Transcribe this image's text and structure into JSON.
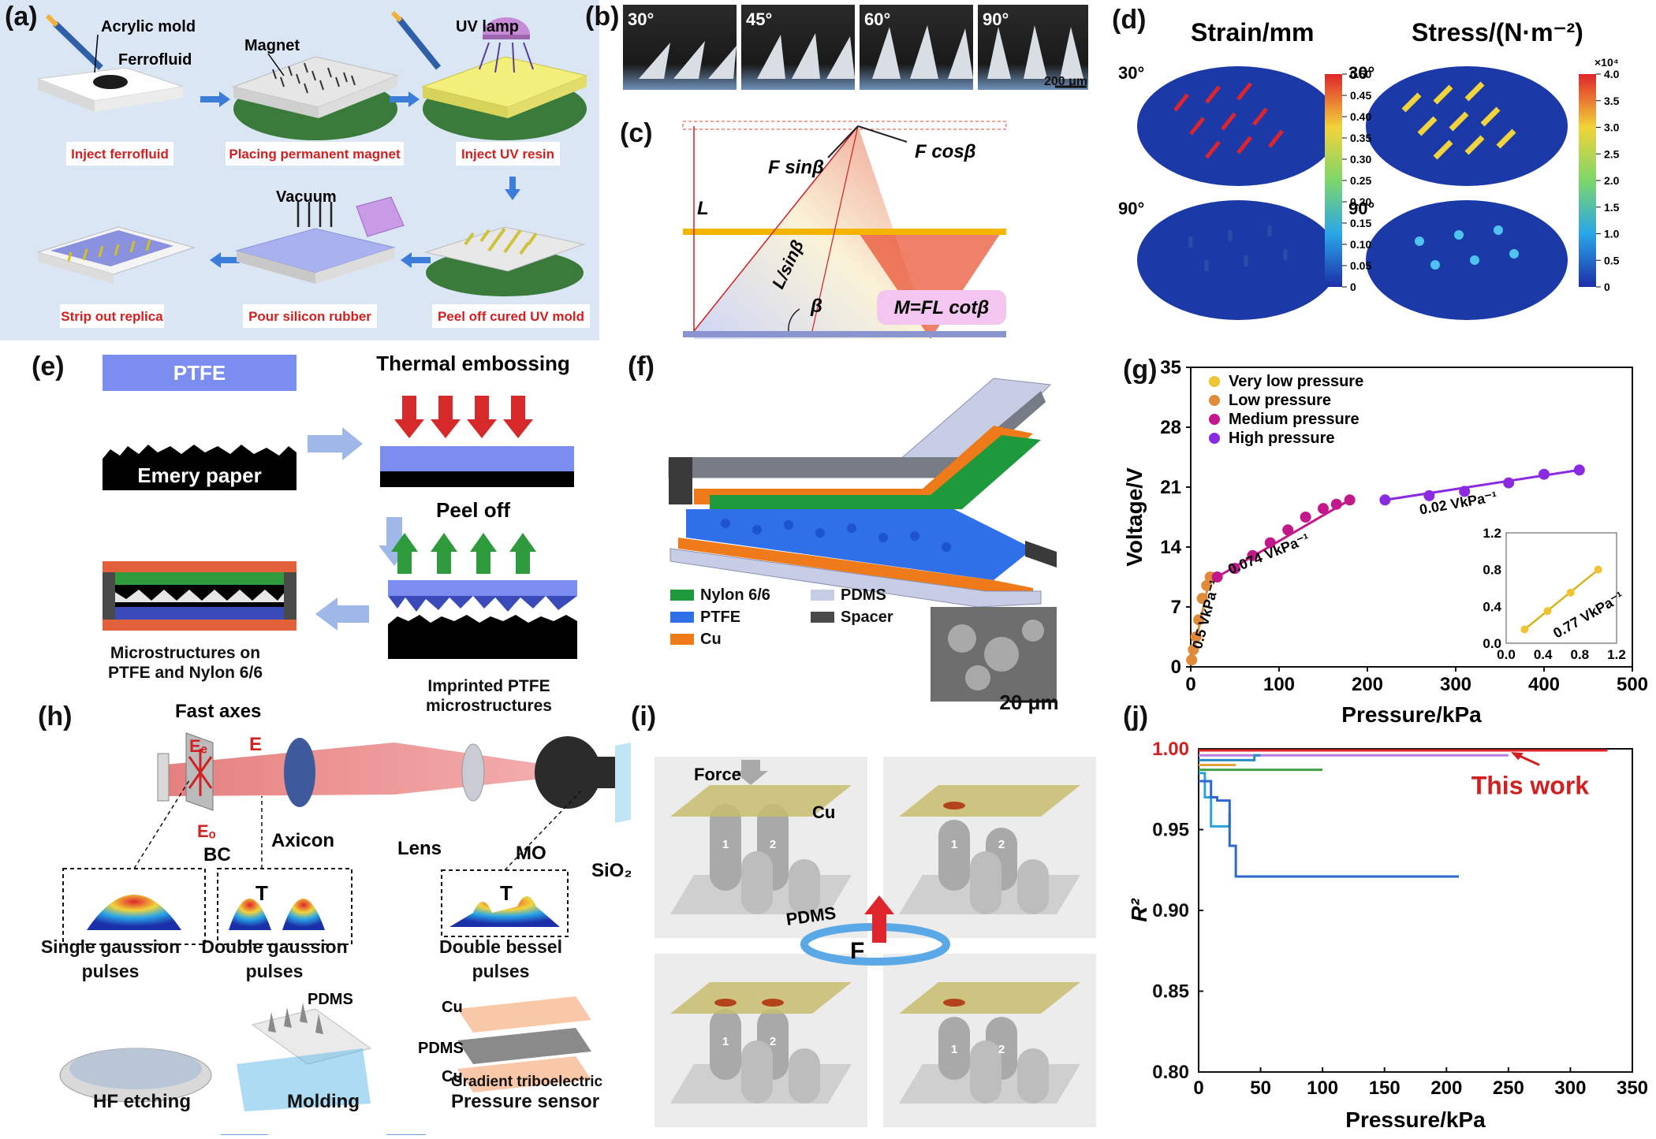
{
  "panel_labels": [
    "(a)",
    "(b)",
    "(c)",
    "(d)",
    "(e)",
    "(f)",
    "(g)",
    "(h)",
    "(i)",
    "(j)"
  ],
  "panel_a": {
    "callouts": [
      "Acrylic mold",
      "Ferrofluid",
      "Magnet",
      "UV lamp",
      "Vacuum"
    ],
    "steps": [
      "Inject ferrofluid",
      "Placing permanent magnet",
      "Inject UV resin",
      "Strip out replica",
      "Pour silicon rubber",
      "Peel off cured UV mold"
    ],
    "colors": {
      "step_text": "#d21f1f",
      "background": "#dbe6f4",
      "arrow": "#3b7dd8"
    }
  },
  "panel_b": {
    "angles": [
      "30°",
      "45°",
      "60°",
      "90°"
    ],
    "scale_bar": "200 μm"
  },
  "panel_c": {
    "labels": [
      "F sinβ",
      "F cosβ",
      "L",
      "L/sinβ",
      "β"
    ],
    "equation": "M=FL cotβ"
  },
  "panel_d": {
    "titles": [
      "Strain/mm",
      "Stress/(N·m⁻²)"
    ],
    "row_angles": [
      "30°",
      "90°",
      "30°",
      "90°"
    ],
    "strain_ticks": [
      "0.50",
      "0.45",
      "0.40",
      "0.35",
      "0.30",
      "0.25",
      "0.20",
      "0.15",
      "0.10",
      "0.05",
      "0"
    ],
    "stress_multiplier": "×10⁴",
    "stress_ticks": [
      "4.0",
      "3.5",
      "3.0",
      "2.5",
      "2.0",
      "1.5",
      "1.0",
      "0.5",
      "0"
    ]
  },
  "panel_e": {
    "labels": [
      "PTFE",
      "Thermal embossing",
      "Emery paper",
      "Peel off"
    ],
    "captions": [
      "Microstructures on PTFE and Nylon 6/6",
      "Imprinted PTFE microstructures"
    ]
  },
  "panel_f": {
    "legend": [
      {
        "name": "Nylon 6/6",
        "color": "#1e9a3c"
      },
      {
        "name": "PDMS",
        "color": "#c8cde6"
      },
      {
        "name": "PTFE",
        "color": "#2f6fe8"
      },
      {
        "name": "Spacer",
        "color": "#4a4a4a"
      },
      {
        "name": "Cu",
        "color": "#ee7a1a"
      }
    ],
    "scale_bar": "20 μm"
  },
  "panel_h": {
    "labels": [
      "Fast axes",
      "Eₑ",
      "E",
      "Eₒ",
      "BC",
      "Axicon",
      "Lens",
      "MO",
      "SiO₂",
      "T",
      "T",
      "PDMS",
      "Cu",
      "PDMS",
      "Cu"
    ],
    "pulse_captions": [
      "Single gaussion pulses",
      "Double gaussion pulses",
      "Double bessel pulses"
    ],
    "bottom_steps": [
      "HF etching",
      "Molding",
      "Gradient triboelectric",
      "Pressure sensor"
    ]
  },
  "panel_i": {
    "labels": [
      "Force",
      "Cu",
      "PDMS",
      "F"
    ],
    "pillar_numbers": [
      "1",
      "2",
      "1",
      "2",
      "1",
      "2",
      "1",
      "2"
    ]
  },
  "chart_data": [
    {
      "type": "scatter",
      "panel": "g",
      "xlabel": "Pressure/kPa",
      "ylabel": "Voltage/V",
      "xlim": [
        0,
        500
      ],
      "ylim": [
        0,
        35
      ],
      "xticks": [
        "0",
        "100",
        "200",
        "300",
        "400",
        "500"
      ],
      "yticks": [
        "0",
        "7",
        "14",
        "21",
        "28",
        "35"
      ],
      "legend_position": "top-left",
      "series": [
        {
          "name": "Very low pressure",
          "color": "#f1c232",
          "x": [
            0.3,
            0.5,
            0.7,
            1.0
          ],
          "y": [
            0.2,
            0.4,
            0.6,
            0.8
          ]
        },
        {
          "name": "Low pressure",
          "color": "#e08a3a",
          "x": [
            1,
            3,
            6,
            9,
            13,
            18,
            22
          ],
          "y": [
            0.8,
            2,
            3.5,
            5.5,
            8,
            9.5,
            10.5
          ]
        },
        {
          "name": "Medium pressure",
          "color": "#c2188b",
          "x": [
            30,
            50,
            70,
            90,
            110,
            130,
            150,
            165,
            180
          ],
          "y": [
            10.5,
            11.5,
            13,
            14.5,
            16,
            17.5,
            18.5,
            19,
            19.5
          ]
        },
        {
          "name": "High pressure",
          "color": "#8a2be2",
          "x": [
            220,
            270,
            310,
            360,
            400,
            440
          ],
          "y": [
            19.5,
            20,
            20.5,
            21.5,
            22.5,
            23
          ]
        }
      ],
      "annotations": [
        "0.5 VkPa⁻¹",
        "0.074 VkPa⁻¹",
        "0.02 VkPa⁻¹"
      ],
      "inset": {
        "xlim": [
          0,
          1.2
        ],
        "ylim": [
          0,
          1.2
        ],
        "xticks": [
          "0.0",
          "0.4",
          "0.8",
          "1.2"
        ],
        "yticks": [
          "0.0",
          "0.4",
          "0.8",
          "1.2"
        ],
        "x": [
          0.2,
          0.45,
          0.7,
          1.0
        ],
        "y": [
          0.15,
          0.35,
          0.55,
          0.8
        ],
        "annotation": "0.77 VkPa⁻¹"
      }
    },
    {
      "type": "line",
      "panel": "j",
      "xlabel": "Pressure/kPa",
      "ylabel": "R²",
      "xlim": [
        0,
        350
      ],
      "ylim": [
        0.8,
        1.0
      ],
      "xticks": [
        "0",
        "50",
        "100",
        "150",
        "200",
        "250",
        "300",
        "350"
      ],
      "yticks": [
        "0.80",
        "0.85",
        "0.90",
        "0.95",
        "1.00"
      ],
      "annotation": "This work",
      "series": [
        {
          "color": "#e0242b",
          "x": [
            0,
            330
          ],
          "y": [
            0.999,
            0.999
          ]
        },
        {
          "color": "#b77fe0",
          "x": [
            0,
            250
          ],
          "y": [
            0.996,
            0.996
          ]
        },
        {
          "color": "#2b8bbf",
          "x": [
            0,
            40,
            45,
            50
          ],
          "y": [
            0.993,
            0.993,
            0.996,
            0.996
          ]
        },
        {
          "color": "#e0a43a",
          "x": [
            0,
            30
          ],
          "y": [
            0.99,
            0.99
          ]
        },
        {
          "color": "#41a04a",
          "x": [
            0,
            100
          ],
          "y": [
            0.987,
            0.987
          ]
        },
        {
          "color": "#29a3d9",
          "x": [
            0,
            5,
            10,
            20,
            25
          ],
          "y": [
            0.985,
            0.97,
            0.952,
            0.952,
            0.96
          ]
        },
        {
          "color": "#2d67cf",
          "x": [
            0,
            10,
            15,
            20,
            25,
            30,
            210
          ],
          "y": [
            0.98,
            0.97,
            0.968,
            0.968,
            0.94,
            0.921,
            0.921
          ]
        }
      ]
    }
  ]
}
